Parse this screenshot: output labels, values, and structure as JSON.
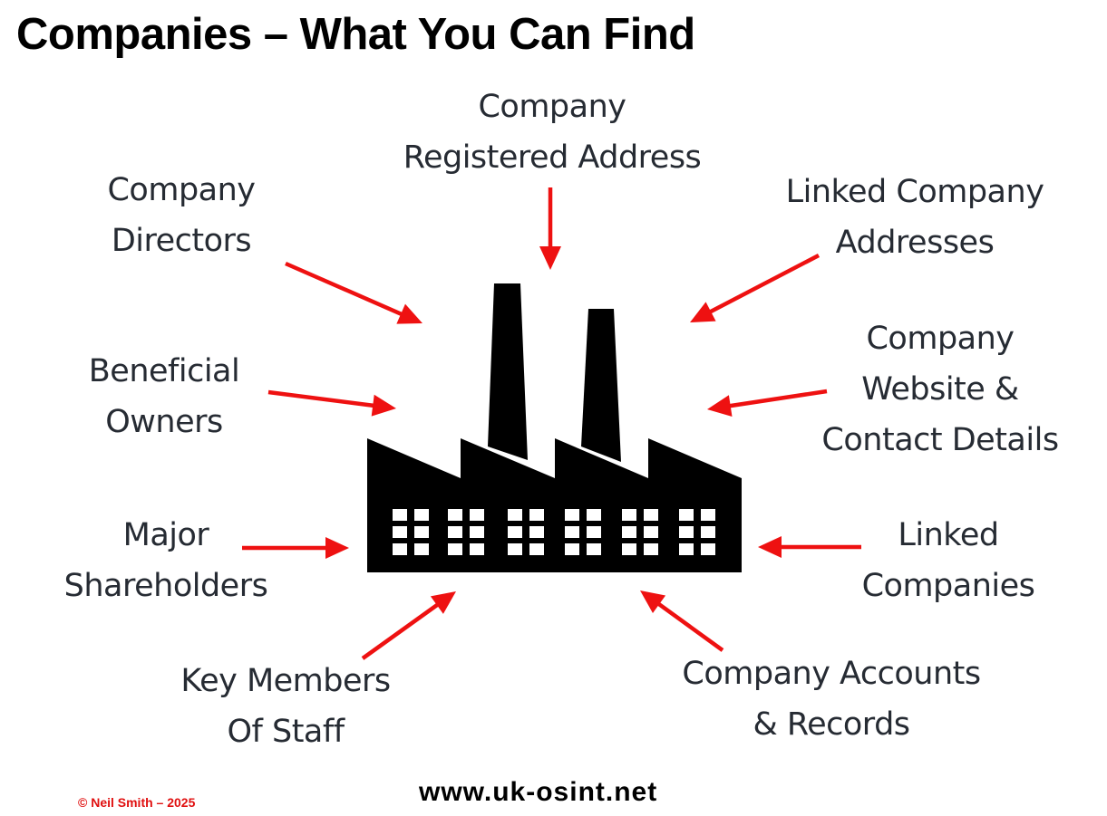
{
  "title": "Companies – What You Can Find",
  "colors": {
    "arrow": "#ee1111",
    "factory": "#000000",
    "text": "#262b33",
    "copyright": "#e01010"
  },
  "center_icon": "factory-icon",
  "labels": {
    "registered_address": [
      "Company",
      "Registered Address"
    ],
    "directors": [
      "Company",
      "Directors"
    ],
    "linked_addresses": [
      "Linked Company",
      "Addresses"
    ],
    "beneficial_owners": [
      "Beneficial",
      "Owners"
    ],
    "website_contact": [
      "Company",
      "Website &",
      "Contact Details"
    ],
    "major_shareholders": [
      "Major",
      "Shareholders"
    ],
    "linked_companies": [
      "Linked",
      "Companies"
    ],
    "key_staff": [
      "Key Members",
      "Of Staff"
    ],
    "accounts_records": [
      "Company Accounts",
      "& Records"
    ]
  },
  "footer": {
    "copyright": "© Neil  Smith  – 2025",
    "website": "www.uk-osint.net"
  }
}
